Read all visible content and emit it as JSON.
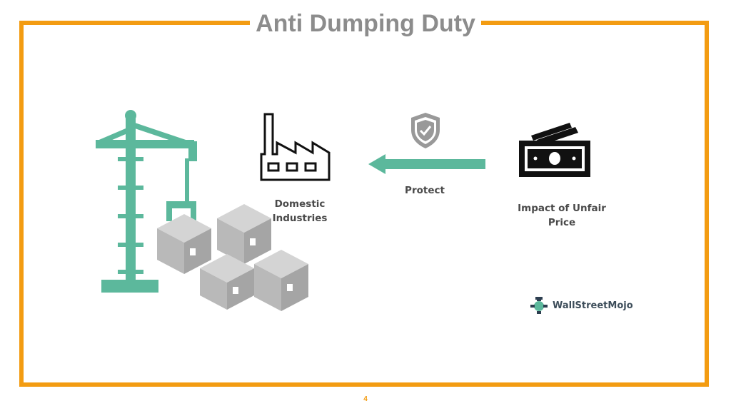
{
  "title": "Anti Dumping Duty",
  "labels": {
    "domestic": "Domestic Industries",
    "protect": "Protect",
    "impact": "Impact of Unfair Price"
  },
  "brand": "WallStreetMojo",
  "page_number": "4",
  "colors": {
    "frame": "#f39c12",
    "title": "#8c8c8c",
    "teal": "#5cb89c",
    "box_gray": "#b9b9b9",
    "icon_dark": "#111111",
    "shield_gray": "#999999"
  },
  "icons": [
    "crane-icon",
    "boxes-icon",
    "factory-icon",
    "shield-check-icon",
    "arrow-left-icon",
    "money-stack-icon",
    "brand-logo-icon"
  ]
}
